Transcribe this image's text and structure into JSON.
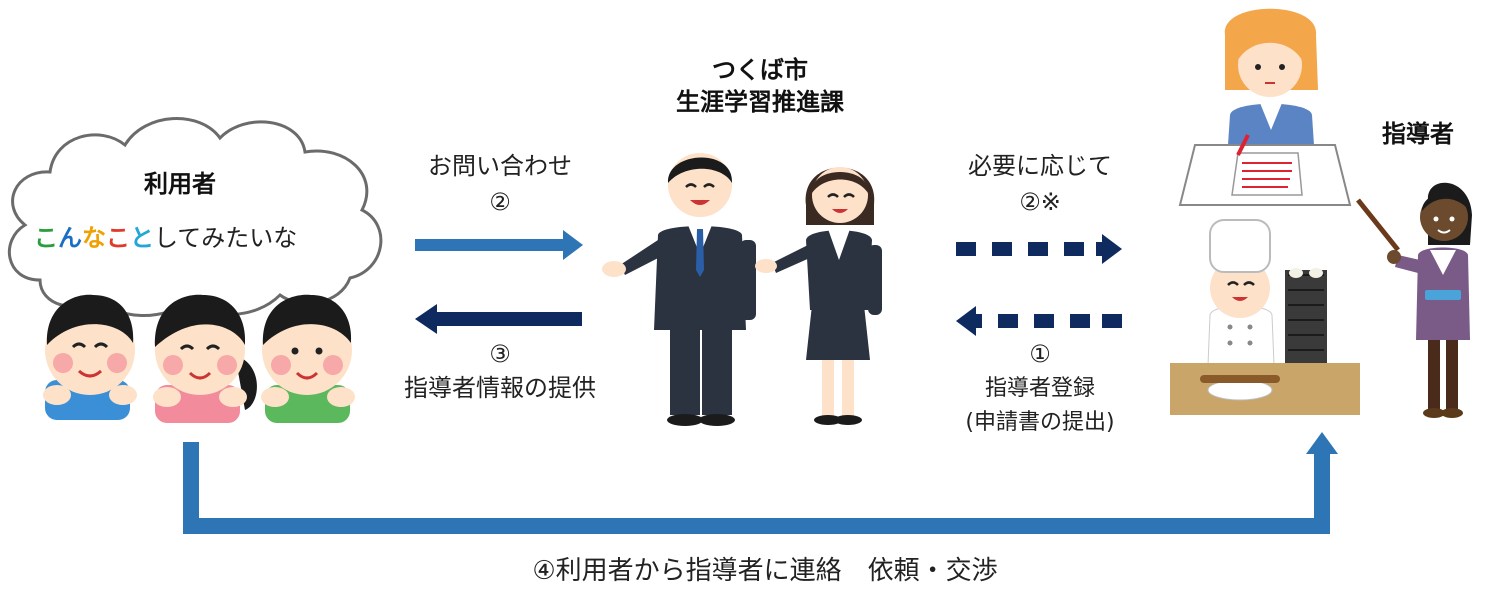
{
  "users": {
    "title": "利用者",
    "wish_chars": [
      {
        "ch": "こ",
        "color": "#2a9d3c"
      },
      {
        "ch": "ん",
        "color": "#1a6fc4"
      },
      {
        "ch": "な",
        "color": "#f0a000"
      },
      {
        "ch": "こ",
        "color": "#e03a2a"
      },
      {
        "ch": "と",
        "color": "#22a7d8"
      }
    ],
    "wish_rest": "してみたいな"
  },
  "office": {
    "title_line1": "つくば市",
    "title_line2": "生涯学習推進課"
  },
  "instructors": {
    "title": "指導者"
  },
  "flows": {
    "inquiry_label": "お問い合わせ",
    "inquiry_num": "②",
    "info_num": "③",
    "info_label": "指導者情報の提供",
    "asneeded_label": "必要に応じて",
    "asneeded_num": "②※",
    "register_num": "①",
    "register_label": "指導者登録",
    "register_sub": "(申請書の提出)",
    "contact_label": "④利用者から指導者に連絡　依頼・交渉"
  },
  "colors": {
    "arrow_light": "#2e75b6",
    "arrow_dark": "#0f2a5e",
    "suit": "#2b3240",
    "skin": "#fde1c8"
  }
}
